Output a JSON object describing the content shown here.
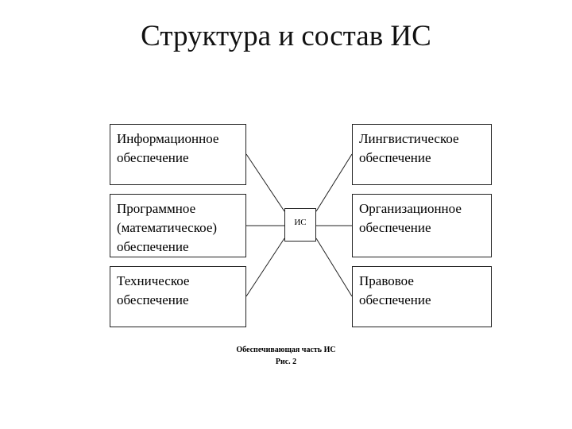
{
  "title": "Структура и состав ИС",
  "center": {
    "label": "ИС"
  },
  "left_boxes": [
    {
      "label": "Информационное\nобеспечение"
    },
    {
      "label": "Программное\n(математическое)\nобеспечение"
    },
    {
      "label": "Техническое\nобеспечение"
    }
  ],
  "right_boxes": [
    {
      "label": "Лингвистическое\nобеспечение"
    },
    {
      "label": "Организационное\nобеспечение"
    },
    {
      "label": "Правовое\nобеспечение"
    }
  ],
  "caption": {
    "line1": "Обеспечивающая часть ИС",
    "line2": "Рис. 2"
  }
}
